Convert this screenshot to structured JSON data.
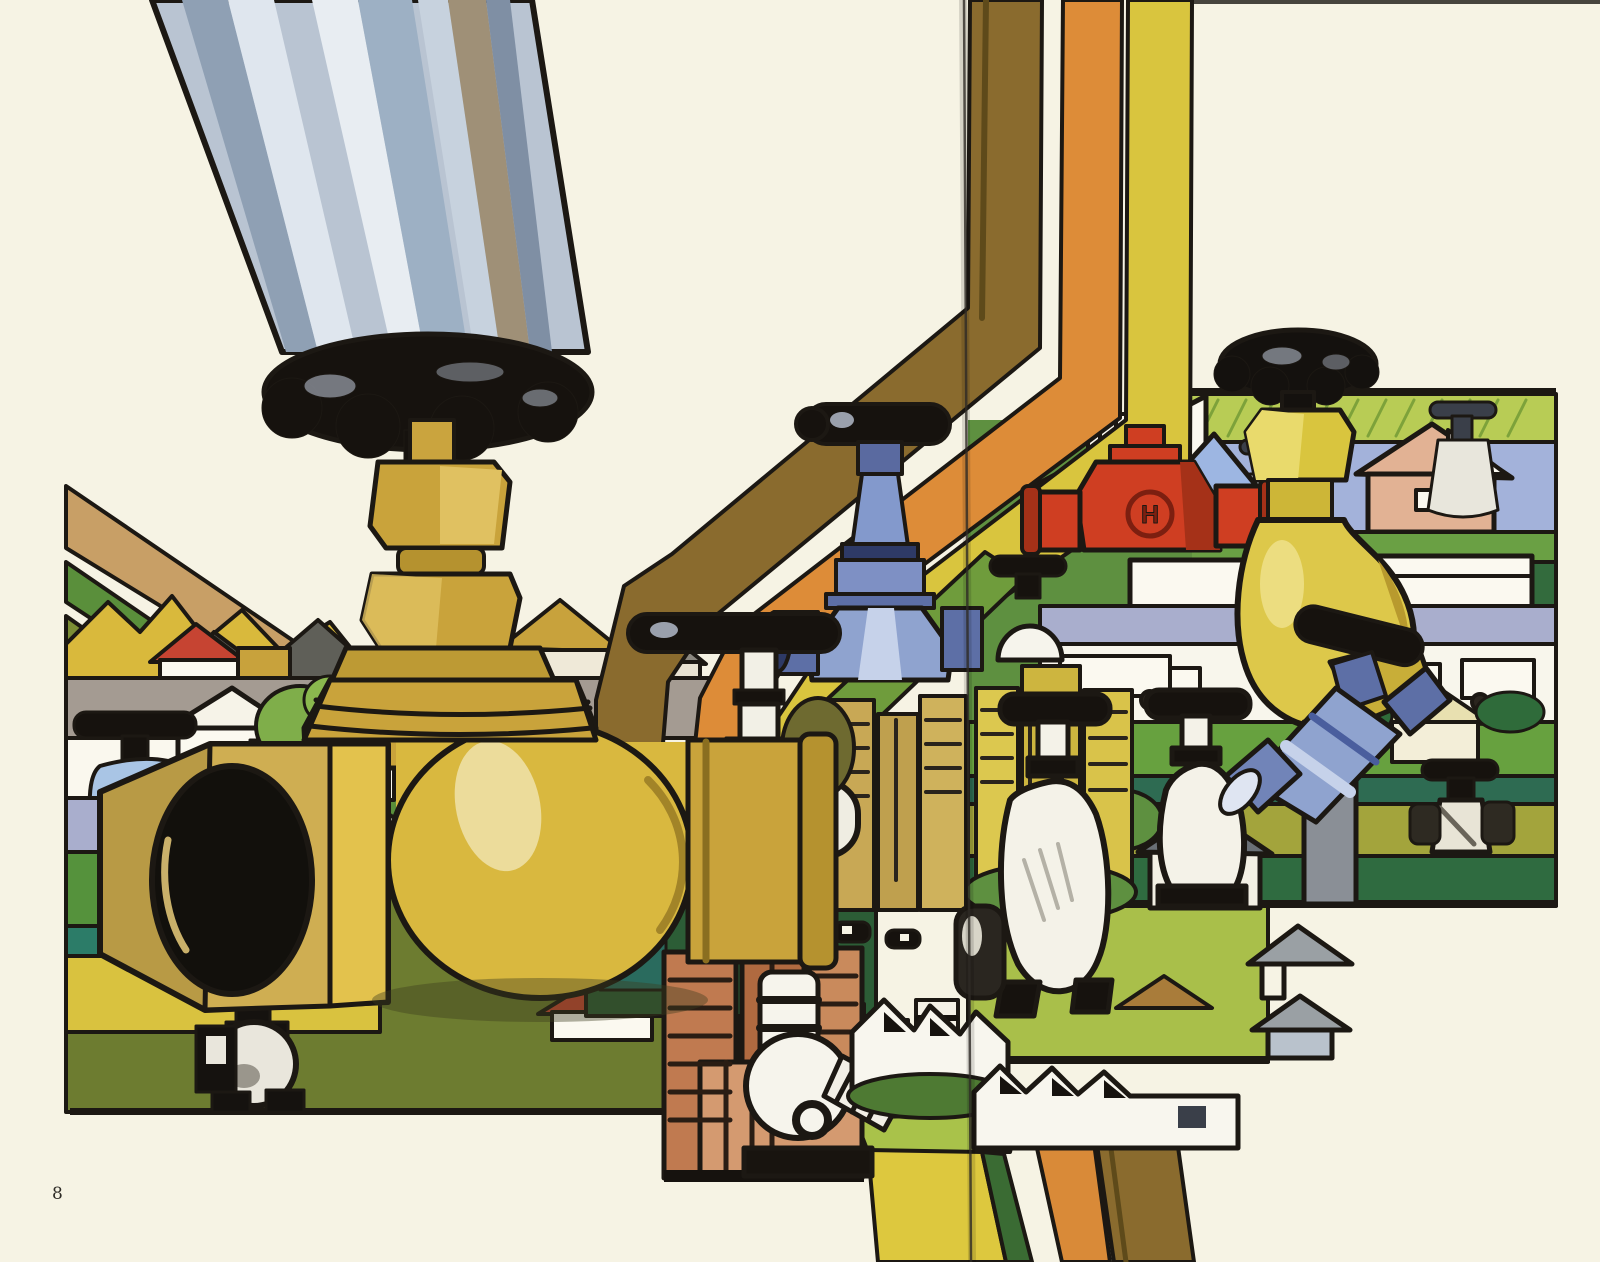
{
  "page": {
    "number": "8"
  },
  "artwork": {
    "hydrant_monogram": "H",
    "palette": {
      "paper": "#f6f3e4",
      "ink": "#1c1813",
      "steel_pipe_blue": "#b9c4d2",
      "brass": "#c9a33b",
      "band_brown": "#8a6b2e",
      "band_orange": "#dd8c38",
      "band_yellow": "#d9c53e",
      "band_green": "#6f9c3c",
      "valve_blue": "#8fa3cf",
      "hydrant_red": "#cf3e22",
      "faucet_yellow": "#ddc84a",
      "lawn_olive": "#6d7c30",
      "field_green": "#5e9040",
      "hedge_dark_green": "#2e6b40",
      "teal": "#2c7c68",
      "sky_periwinkle": "#a3b2da",
      "lime_hatch": "#b8cc55",
      "roof_red": "#c64432",
      "tower_terracotta": "#c07a50",
      "tower_tan": "#c8a855",
      "road_gray": "#a49b92",
      "water_blue": "#a9c5e5",
      "lavender": "#a9aecd"
    },
    "elements": [
      "steel-supply-pipe",
      "black-handwheel",
      "giant-brass-gate-valve",
      "garden-faucet-with-water",
      "suburban-house-row",
      "mountain-ridge",
      "road-strip",
      "lawn-angle-valve",
      "blue-gate-valve",
      "ribbon-pipelines",
      "white-tee-valve",
      "terracotta-highrises",
      "white-globe-valves",
      "red-hydrant-valve",
      "yellow-bibcock-faucet",
      "toppled-blue-valve",
      "landscape-panel",
      "factory-silhouettes",
      "page-fold"
    ]
  }
}
